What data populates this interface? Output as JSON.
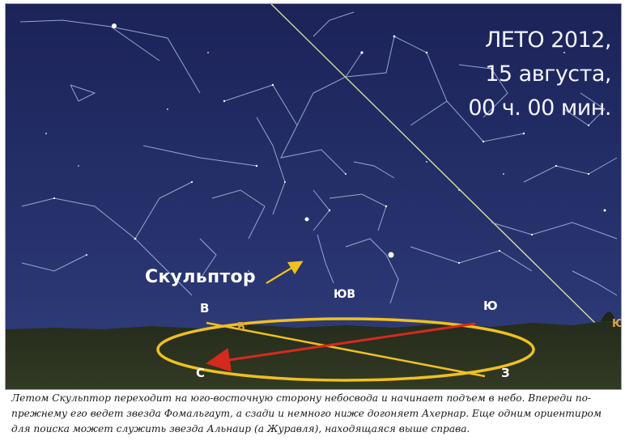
{
  "date_label": {
    "line1": "ЛЕТО 2012,",
    "line2": "15 августа,",
    "line3": "00 ч. 00 мин."
  },
  "constellation_label": "Скульптор",
  "directions": {
    "east": "В",
    "southeast": "ЮВ",
    "south": "Ю",
    "north": "С",
    "west": "З",
    "faint_east": "В",
    "edge": "Ю"
  },
  "caption": "Летом Скульптор переходит на юго-восточную сторону небосвода и начинает подъем в небо. Впереди по-прежнему его ведет звезда Фомальгаут, а сзади и немного ниже догоняет Ахернар. Еще одним ориентиром для поиска может служить звезда Альнаир (а Журавля), находящаяся выше справа.",
  "colors": {
    "sky_top": "#1c2560",
    "sky_bottom": "#2f3d7a",
    "ground": "#2b3320",
    "ellipse": "#f0c020",
    "arrow": "#d42a1e",
    "constellation_lines": "#a9bde0"
  }
}
